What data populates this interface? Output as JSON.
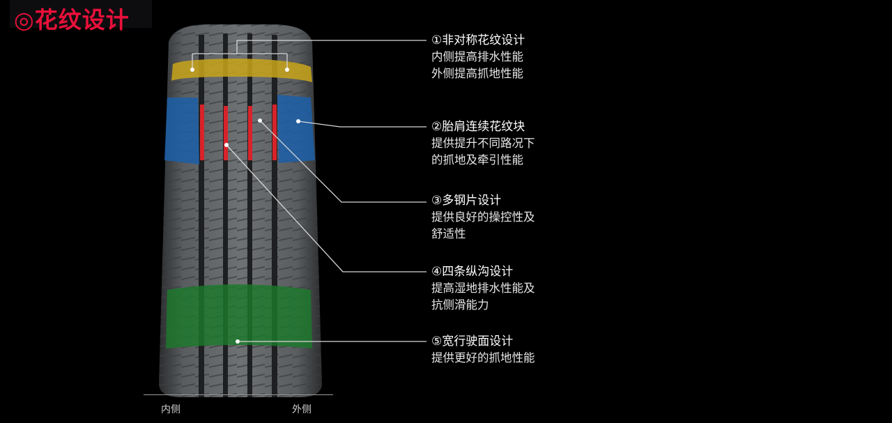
{
  "title": "◎花纹设计",
  "features": [
    {
      "heading": "①非对称花纹设计",
      "lines": [
        "内侧提高排水性能",
        "外侧提高抓地性能"
      ]
    },
    {
      "heading": "②胎肩连续花纹块",
      "lines": [
        "提供提升不同路况下",
        "的抓地及牵引性能"
      ]
    },
    {
      "heading": "③多钢片设计",
      "lines": [
        "提供良好的操控性及",
        "舒适性"
      ]
    },
    {
      "heading": "④四条纵沟设计",
      "lines": [
        "提高湿地排水性能及",
        "抗侧滑能力"
      ]
    },
    {
      "heading": "⑤宽行驶面设计",
      "lines": [
        "提供更好的抓地性能"
      ]
    }
  ],
  "labels": {
    "inner": "内侧",
    "outer": "外侧"
  },
  "colors": {
    "title": "#e8103a",
    "zone_yellow": "#c8a41a",
    "zone_blue": "#1c5fa8",
    "zone_red": "#d8232a",
    "zone_green": "#1a7a2a"
  }
}
